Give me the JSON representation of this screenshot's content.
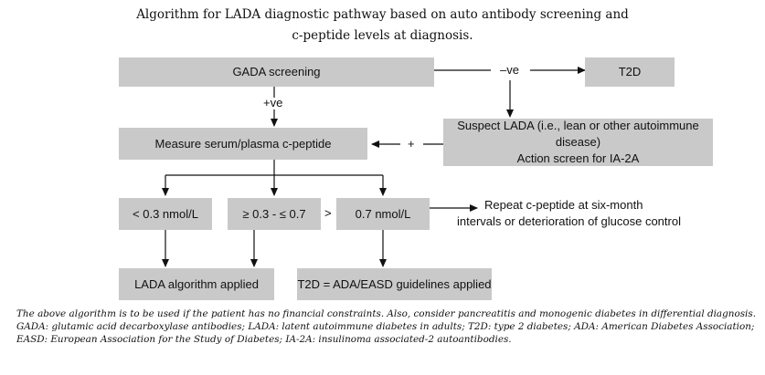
{
  "title": {
    "line1": "Algorithm for LADA diagnostic pathway based on auto antibody screening and",
    "line2": "c-peptide levels at diagnosis."
  },
  "boxes": {
    "gada": "GADA screening",
    "t2d": "T2D",
    "suspect_line1": "Suspect LADA (i.e., lean or other autoimmune disease)",
    "suspect_line2": "Action screen for IA-2A",
    "measure": "Measure serum/plasma c-peptide",
    "low": "< 0.3 nmol/L",
    "mid": "≥ 0.3 - ≤ 0.7",
    "high": "0.7 nmol/L",
    "lada": "LADA algorithm applied",
    "t2d_guidelines": "T2D = ADA/EASD guidelines applied"
  },
  "labels": {
    "negative": "–ve",
    "positive": "+ve",
    "plus": "+",
    "greater": ">"
  },
  "repeat_note": {
    "line1": "Repeat c-peptide at six-month",
    "line2": "intervals or deterioration of glucose control"
  },
  "footnote": "The above algorithm is to be used if the patient has no financial constraints. Also, consider pancreatitis and monogenic diabetes in differential diagnosis. GADA: glutamic acid decarboxylase antibodies; LADA: latent autoimmune diabetes in adults; T2D: type 2 diabetes; ADA: American Diabetes Association; EASD: European Association for the Study of Diabetes; IA-2A: insulinoma associated-2 autoantibodies."
}
